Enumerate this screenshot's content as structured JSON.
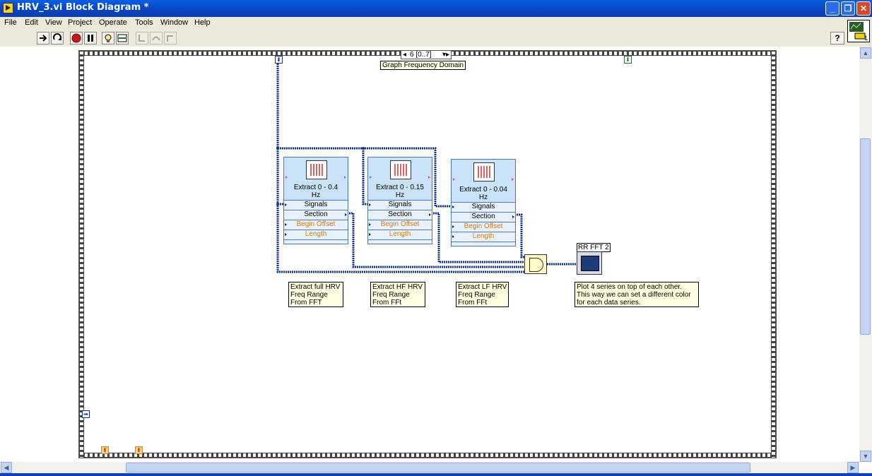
{
  "window": {
    "title": "HRV_3.vi Block Diagram *",
    "minimize": "_",
    "restore": "❐",
    "close": "✕"
  },
  "menu": [
    "File",
    "Edit",
    "View",
    "Project",
    "Operate",
    "Tools",
    "Window",
    "Help"
  ],
  "toolbar": {
    "icons": [
      "run-continuously-icon",
      "run-icon",
      "abort-icon",
      "pause-icon",
      "highlight-execution-icon",
      "retain-wire-values-icon",
      "step-into-icon",
      "step-over-icon",
      "step-out-icon"
    ],
    "help": "?"
  },
  "vi_icon": {
    "label": "1"
  },
  "sequence": {
    "selector_value": "6 [0..7]",
    "left_arrow": "◂",
    "right_arrow": "▾▸",
    "frame_label": "Graph Frequency Domain"
  },
  "nodes": [
    {
      "title": "Extract 0 - 0.4\nHz",
      "rows": [
        "Signals",
        "Section",
        "Begin Offset",
        "Length"
      ]
    },
    {
      "title": "Extract 0 - 0.15\nHz",
      "rows": [
        "Signals",
        "Section",
        "Begin Offset",
        "Length"
      ]
    },
    {
      "title": "Extract 0 - 0.04\nHz",
      "rows": [
        "Signals",
        "Section",
        "Begin Offset",
        "Length"
      ]
    }
  ],
  "comments": [
    "Extract full HRV\nFreq Range\nFrom FFT",
    "Extract HF HRV\nFreq Range\nFrom FFt",
    "Extract LF HRV\nFreq Range\nFrom FFt",
    "Plot 4 series on top of each other.\nThis way we can set a different color\nfor each data series."
  ],
  "graph": {
    "label": "RR FFT 2"
  },
  "colors": {
    "wire": "#0b2ea3",
    "node": "#c9e2f8",
    "orange": "#e07a00",
    "comment": "#ffffe1"
  }
}
